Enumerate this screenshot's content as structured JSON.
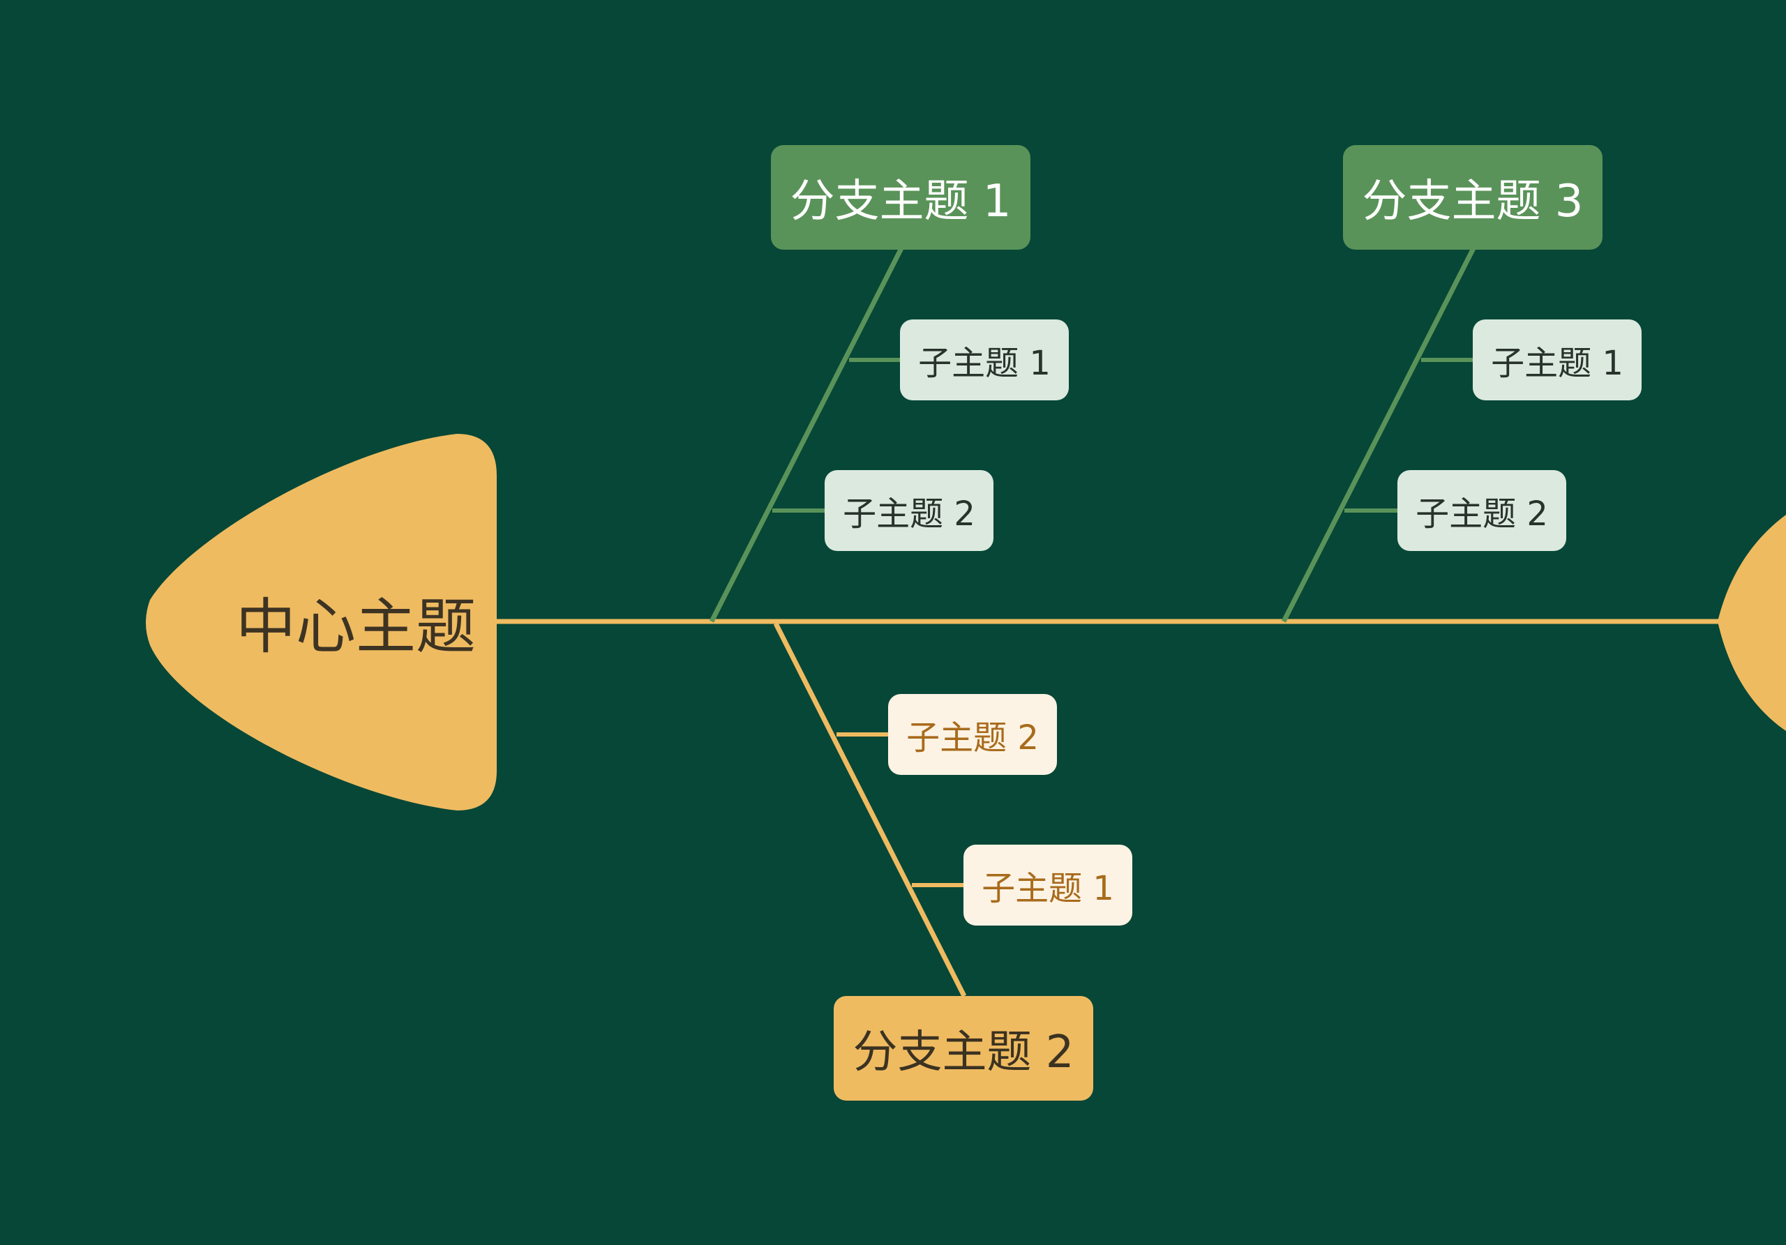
{
  "colors": {
    "background": "#074737",
    "spine": "#efbb61",
    "head": "#efbb61",
    "branch_green": "#5a9359",
    "branch_gold": "#efbb61",
    "sub_green_fill": "#dce9df",
    "sub_gold_fill": "#fdf3e4",
    "sub_gold_text": "#a86b1c"
  },
  "center": {
    "label": "中心主题"
  },
  "branches": [
    {
      "label": "分支主题 1",
      "subtopics": [
        {
          "label": "子主题 1"
        },
        {
          "label": "子主题 2"
        }
      ]
    },
    {
      "label": "分支主题 2",
      "subtopics": [
        {
          "label": "子主题 2"
        },
        {
          "label": "子主题 1"
        }
      ]
    },
    {
      "label": "分支主题 3",
      "subtopics": [
        {
          "label": "子主题 1"
        },
        {
          "label": "子主题 2"
        }
      ]
    }
  ]
}
